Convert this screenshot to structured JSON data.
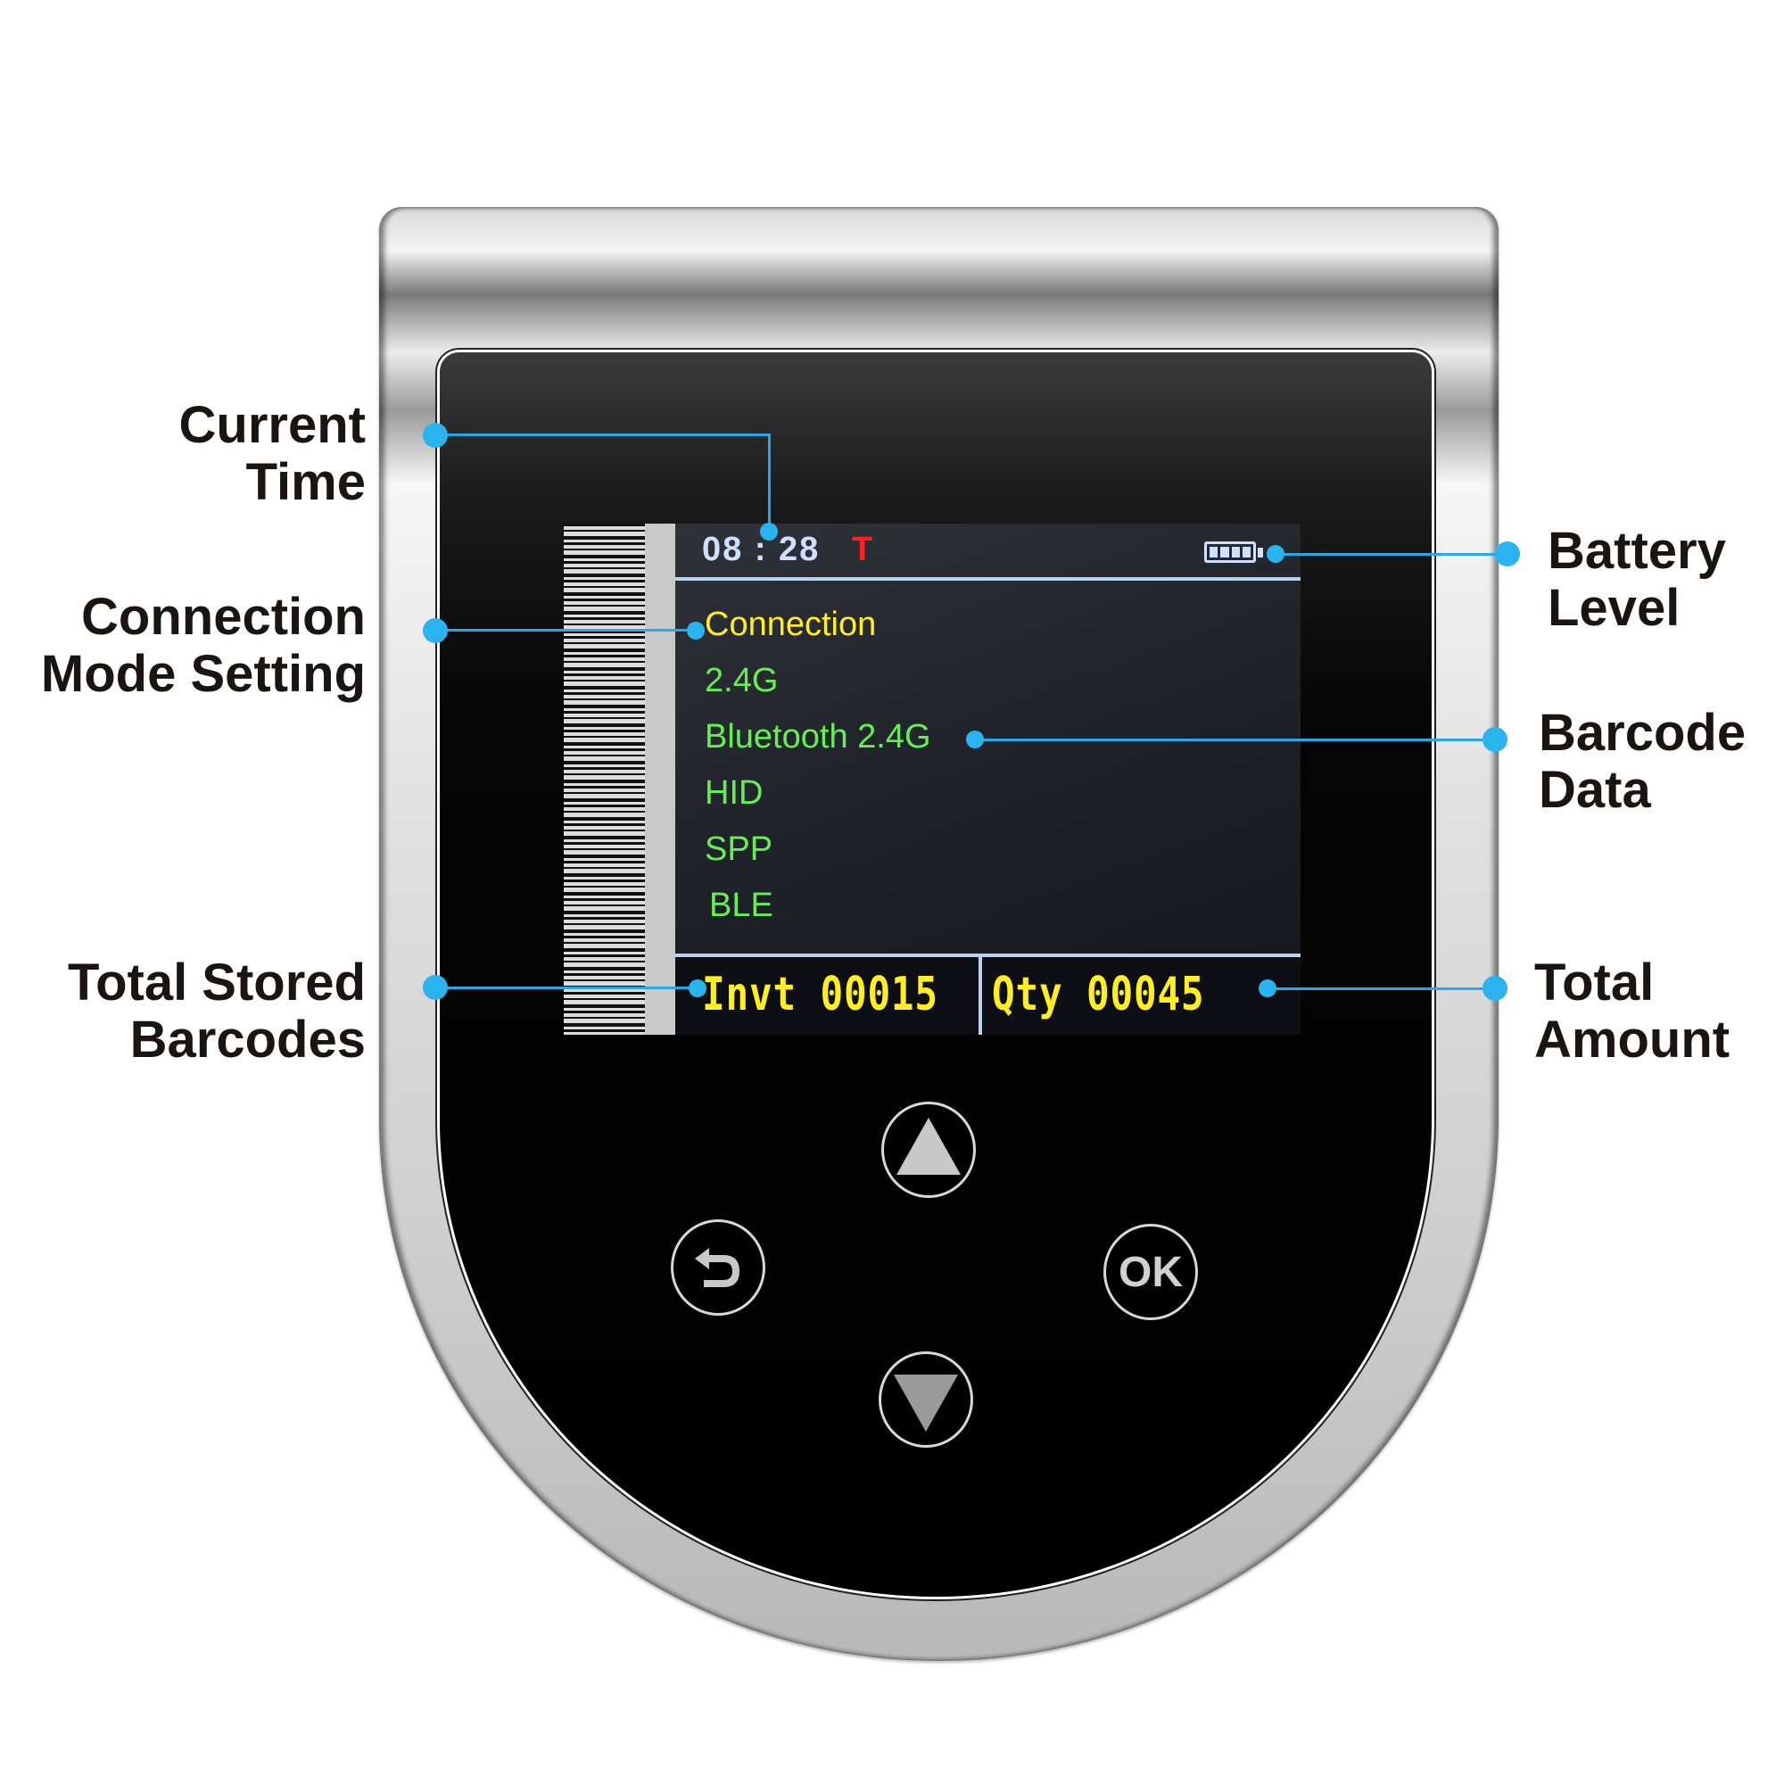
{
  "device": {
    "screen": {
      "status_bar": {
        "time": "08 : 28",
        "time_flag": "T",
        "battery_icon": "battery-full-icon",
        "battery_cells": 4
      },
      "menu": {
        "title": "Connection",
        "items": [
          "2.4G",
          "Bluetooth 2.4G",
          "HID",
          "SPP",
          "BLE"
        ]
      },
      "footer": {
        "inventory": "Invt 00015",
        "quantity": "Qty 00045"
      }
    },
    "buttons": {
      "up": "up-arrow",
      "down": "down-arrow",
      "back": "back-arrow",
      "ok": "OK"
    }
  },
  "callouts": {
    "current_time": {
      "line1": "Current",
      "line2": "Time"
    },
    "connection_mode": {
      "line1": "Connection",
      "line2": "Mode Setting"
    },
    "total_stored": {
      "line1": "Total Stored",
      "line2": "Barcodes"
    },
    "battery_level": {
      "line1": "Battery",
      "line2": "Level"
    },
    "barcode_data": {
      "line1": "Barcode",
      "line2": "Data"
    },
    "total_amount": {
      "line1": "Total",
      "line2": "Amount"
    }
  },
  "colors": {
    "callout_blue": "#29b4f0",
    "screen_yellow": "#ffee22",
    "screen_green": "#66ee55",
    "time_color": "#cfe0ff",
    "flag_red": "#ff2020"
  }
}
